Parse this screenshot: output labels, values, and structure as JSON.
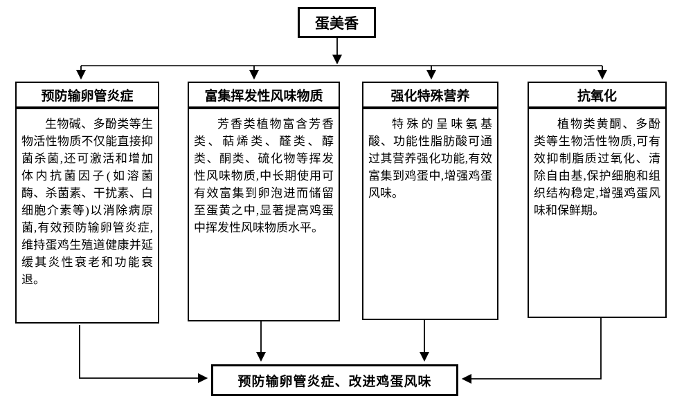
{
  "diagram": {
    "root": {
      "label": "蛋美香"
    },
    "branches": [
      {
        "title": "预防输卵管炎症",
        "body": "生物碱、多酚类等生物活性物质不仅能直接抑菌杀菌,还可激活和增加体内抗菌因子(如溶菌酶、杀菌素、干扰素、白细胞介素等)以消除病原菌,有效预防输卵管炎症,维持蛋鸡生殖道健康并延缓其炎性衰老和功能衰退。"
      },
      {
        "title": "富集挥发性风味物质",
        "body": "芳香类植物富含芳香类、萜烯类、醛类、醇类、酮类、硫化物等挥发性风味物质,中长期使用可有效富集到卵泡进而储留至蛋黄之中,显著提高鸡蛋中挥发性风味物质水平。"
      },
      {
        "title": "强化特殊营养",
        "body": "特殊的呈味氨基酸、功能性脂肪酸可通过其营养强化功能,有效富集到鸡蛋中,增强鸡蛋风味。"
      },
      {
        "title": "抗氧化",
        "body": "植物类黄酮、多酚类等生物活性物质,可有效抑制脂质过氧化、清除自由基,保护细胞和组织结构稳定,增强鸡蛋风味和保鲜期。"
      }
    ],
    "outcome": {
      "label": "预防输卵管炎症、改进鸡蛋风味"
    },
    "colors": {
      "line": "#000000",
      "border": "#000000",
      "background": "#ffffff",
      "text": "#000000"
    }
  }
}
